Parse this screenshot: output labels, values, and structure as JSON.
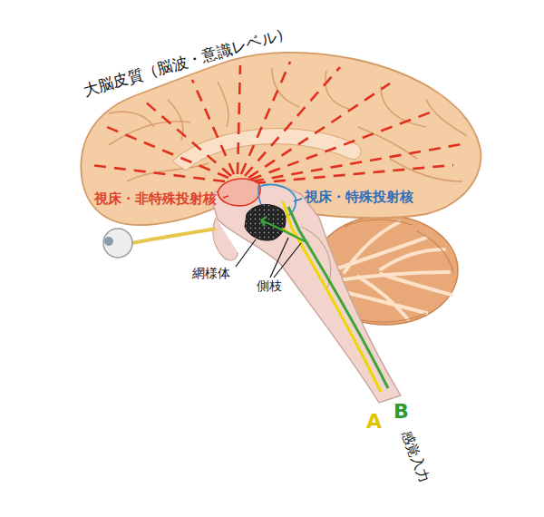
{
  "diagram": {
    "labels": [
      "大脳皮質（脳波・意識レベル）",
      "視床・非特殊投射核",
      "視床・特殊投射核",
      "網様体",
      "側枝",
      "B",
      "A",
      "感覚入力"
    ]
  }
}
